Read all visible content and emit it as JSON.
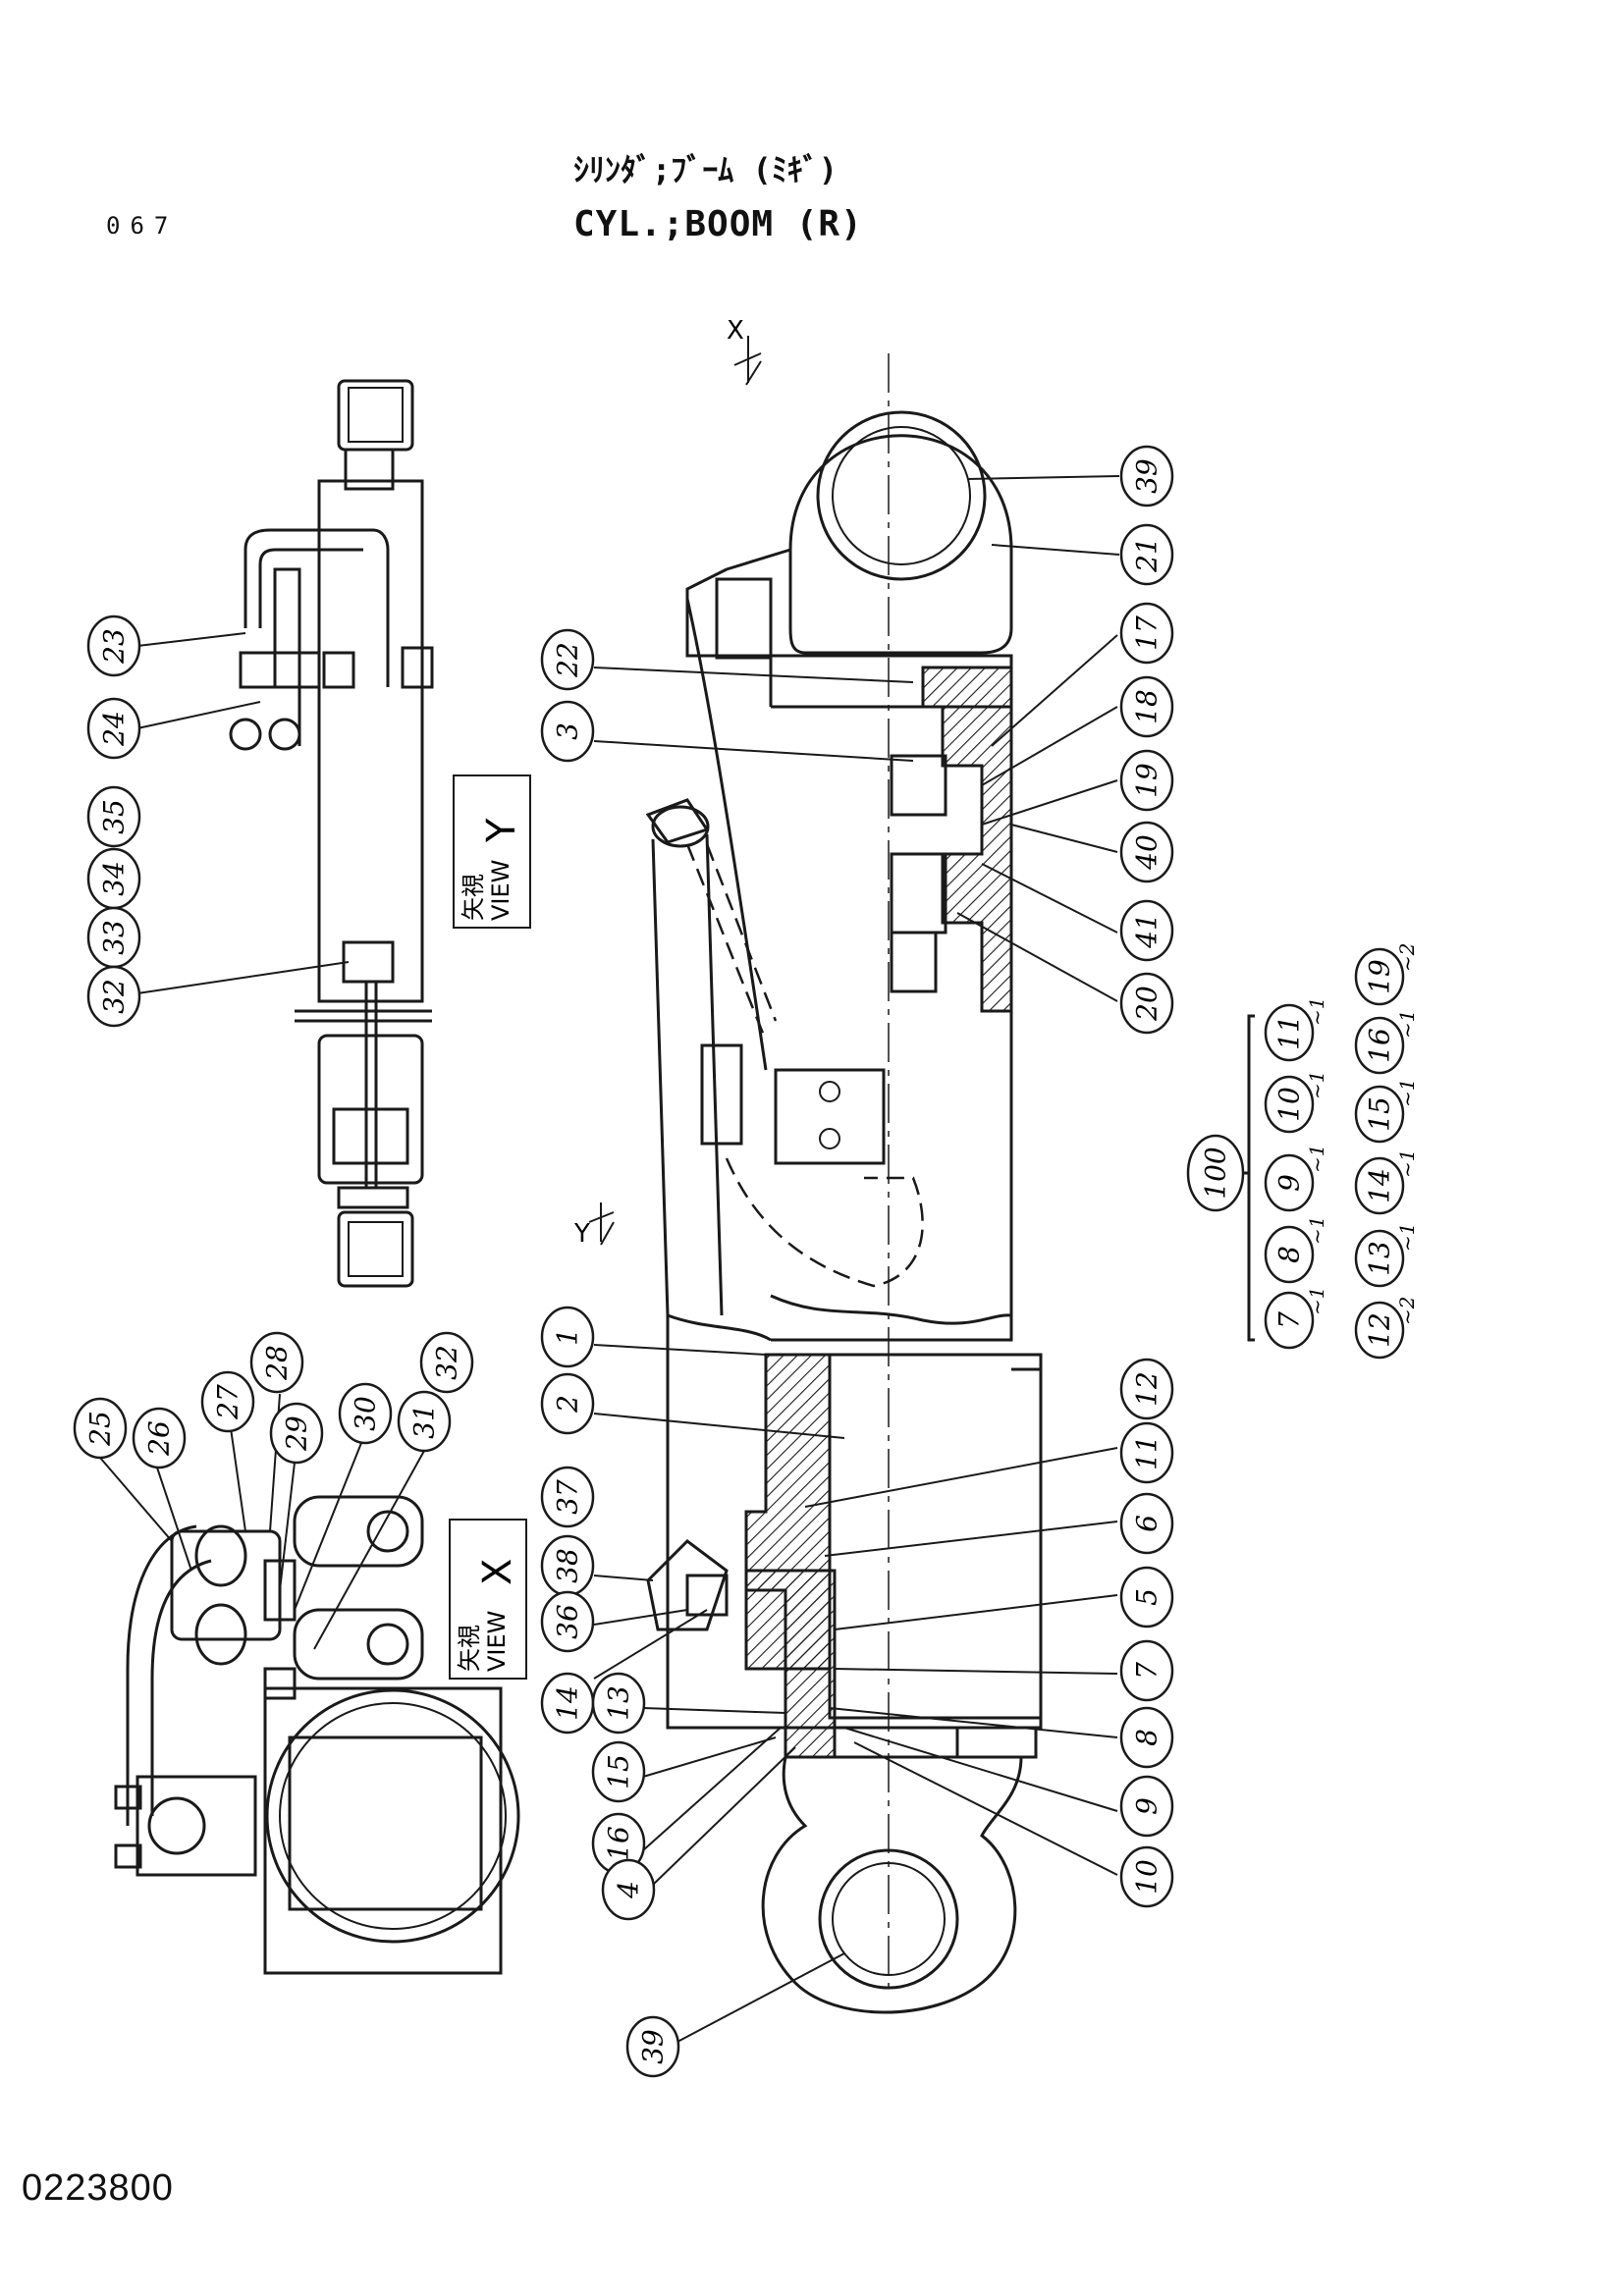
{
  "header": {
    "page_number": "067",
    "title_jp": "ｼﾘﾝﾀﾞ;ﾌﾞｰﾑ (ﾐｷﾞ)",
    "title_en": "CYL.;BOOM (R)"
  },
  "footer": {
    "drawing_number": "0223800"
  },
  "views": {
    "view_y": {
      "kanji": "矢視",
      "word": "VIEW",
      "letter": "Y"
    },
    "view_x": {
      "kanji": "矢視",
      "word": "VIEW",
      "letter": "X"
    },
    "section_mark_x": "X",
    "section_mark_y": "Y"
  },
  "callouts": {
    "main": [
      "39",
      "21",
      "17",
      "18",
      "19",
      "40",
      "41",
      "20",
      "22",
      "3",
      "1",
      "2",
      "12",
      "11",
      "6",
      "5",
      "7",
      "8",
      "9",
      "10",
      "37",
      "38",
      "36",
      "14",
      "13",
      "15",
      "16",
      "4",
      "39"
    ],
    "view_y": [
      "23",
      "24",
      "35",
      "34",
      "33",
      "32"
    ],
    "view_x": [
      "25",
      "26",
      "27",
      "28",
      "29",
      "30",
      "31",
      "32"
    ],
    "kit_parent": "100",
    "kit_row1": [
      "7",
      "8",
      "9",
      "10",
      "11"
    ],
    "kit_row2": [
      "12",
      "13",
      "14",
      "15",
      "16",
      "19"
    ],
    "kit_row1_suffix": [
      "~1",
      "~1",
      "~1",
      "~1",
      "~1"
    ],
    "kit_row2_suffix": [
      "~2",
      "~1",
      "~1",
      "~1",
      "~1",
      "~2"
    ]
  }
}
